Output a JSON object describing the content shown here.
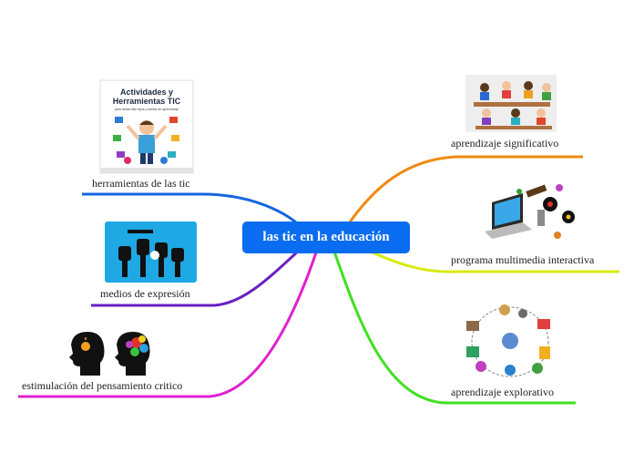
{
  "center": {
    "title": "las tic en la educación"
  },
  "branches": [
    {
      "label": "herramientas de las tic",
      "color": "#1565e0",
      "icon": "activities-tools-tic-poster",
      "poster_title_line1": "Actividades y",
      "poster_title_line2": "Herramientas TIC",
      "poster_subtitle": "para desarrollar tipos y estilos de aprendizaje"
    },
    {
      "label": "medios de expresión",
      "color": "#6a1fc2",
      "icon": "raised-fists-media-icon"
    },
    {
      "label": "estimulación del pensamiento critico",
      "color": "#e020d0",
      "icon": "thinking-heads-icon"
    },
    {
      "label": "aprendizaje significativo",
      "color": "#f08a10",
      "icon": "classroom-students-icon"
    },
    {
      "label": "programa multimedia interactiva",
      "color": "#d8ea10",
      "icon": "multimedia-laptop-icon"
    },
    {
      "label": "aprendizaje explorativo",
      "color": "#40e020",
      "icon": "exploration-network-icon"
    }
  ]
}
